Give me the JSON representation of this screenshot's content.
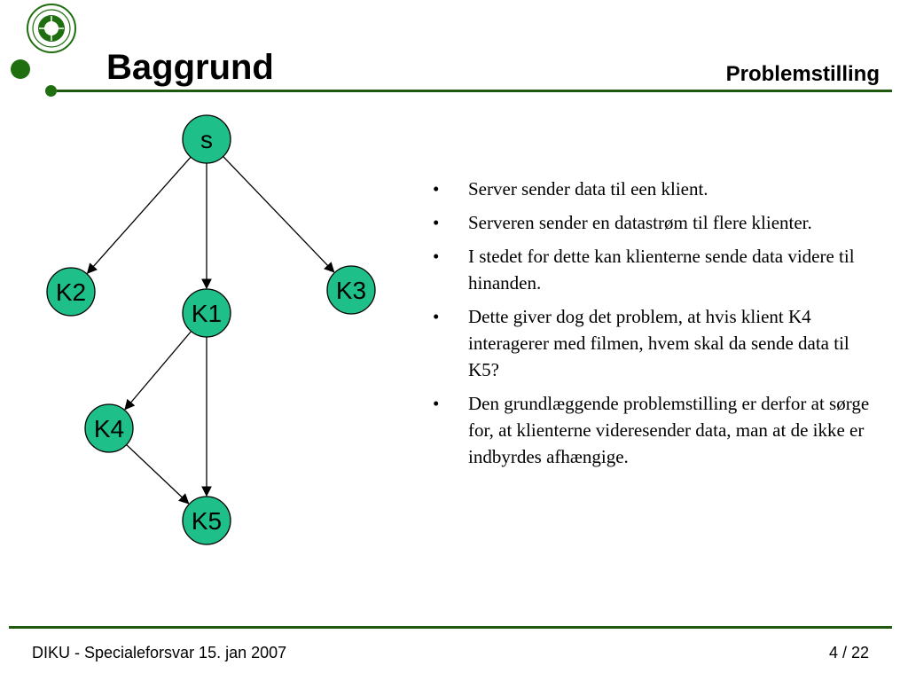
{
  "header": {
    "title": "Baggrund",
    "section": "Problemstilling"
  },
  "diagram": {
    "nodes": [
      {
        "id": "s",
        "label": "s"
      },
      {
        "id": "K2",
        "label": "K2"
      },
      {
        "id": "K1",
        "label": "K1"
      },
      {
        "id": "K3",
        "label": "K3"
      },
      {
        "id": "K4",
        "label": "K4"
      },
      {
        "id": "K5",
        "label": "K5"
      }
    ],
    "edges": [
      {
        "from": "s",
        "to": "K2"
      },
      {
        "from": "s",
        "to": "K1"
      },
      {
        "from": "s",
        "to": "K3"
      },
      {
        "from": "K1",
        "to": "K4"
      },
      {
        "from": "K1",
        "to": "K5"
      },
      {
        "from": "K4",
        "to": "K5"
      }
    ],
    "node_color": "#1fbf8a"
  },
  "bullets": [
    {
      "symbol": "•",
      "text": "Server sender data til een klient."
    },
    {
      "symbol": "•",
      "text": "Serveren sender en datastrøm til flere klienter."
    },
    {
      "symbol": "•",
      "text": "I stedet for dette kan klienterne sende data videre til hinanden."
    },
    {
      "symbol": "•",
      "text": "Dette giver dog det problem, at hvis klient K4 interagerer med filmen, hvem skal da sende data til K5?"
    },
    {
      "symbol": "•",
      "text": "Den grundlæggende problemstilling er derfor at sørge for, at klienterne videresender data, man at de ikke er indbyrdes afhængige."
    }
  ],
  "footer": {
    "left": "DIKU - Specialeforsvar 15. jan 2007",
    "page": "4 / 22"
  },
  "colors": {
    "accent": "#1f6e10"
  }
}
